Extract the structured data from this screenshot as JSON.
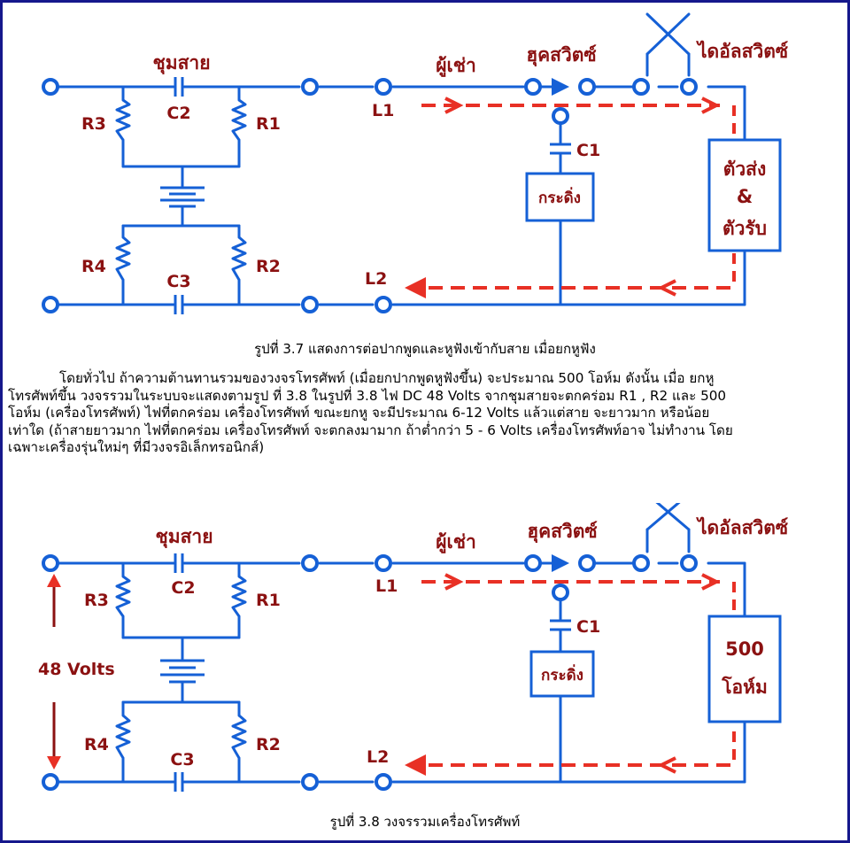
{
  "palette": {
    "wire": "#1560d6",
    "label": "#8b1111",
    "flow": "#e83025",
    "frame": "#16188c",
    "text": "#000000"
  },
  "diagram1": {
    "labels": {
      "junction": "ชุมสาย",
      "subscriber": "ผู้เช่า",
      "hook": "ฮุคสวิตซ์",
      "dial": "ไดอัลสวิตซ์",
      "c2": "C2",
      "c3": "C3",
      "c1": "C1",
      "r1": "R1",
      "r2": "R2",
      "r3": "R3",
      "r4": "R4",
      "l1": "L1",
      "l2": "L2",
      "ringer": "กระดิ่ง",
      "box_line1": "ตัวส่ง",
      "box_line2": "&",
      "box_line3": "ตัวรับ"
    }
  },
  "diagram2": {
    "labels": {
      "junction": "ชุมสาย",
      "subscriber": "ผู้เช่า",
      "hook": "ฮุคสวิตซ์",
      "dial": "ไดอัลสวิตซ์",
      "c2": "C2",
      "c3": "C3",
      "c1": "C1",
      "r1": "R1",
      "r2": "R2",
      "r3": "R3",
      "r4": "R4",
      "l1": "L1",
      "l2": "L2",
      "ringer": "กระดิ่ง",
      "voltage": "48 Volts",
      "box_line1": "500",
      "box_line2": "โอห์ม"
    }
  },
  "caption1": "รูปที่ 3.7 แสดงการต่อปากพูดและหูฟังเข้ากับสาย เมื่อยกหูฟัง",
  "paragraph_lines": [
    "โดยทั่วไป ถ้าความต้านทานรวมของวงจรโทรศัพท์ (เมื่อยกปากพูดหูฟังขึ้น) จะประมาณ 500 โอห์ม ดังนั้น เมื่อ ยกหู",
    "โทรศัพท์ขึ้น วงจรรวมในระบบจะแสดงตามรูป ที่ 3.8 ในรูปที่ 3.8 ไฟ DC 48 Volts จากชุมสายจะตกคร่อม R1 , R2 และ 500",
    "โอห์ม (เครื่องโทรศัพท์) ไฟที่ตกคร่อม เครื่องโทรศัพท์ ขณะยกหู จะมีประมาณ 6-12 Volts แล้วแต่สาย จะยาวมาก หรือน้อย",
    "เท่าใด (ถ้าสายยาวมาก ไฟที่ตกคร่อม เครื่องโทรศัพท์ จะตกลงมามาก ถ้าต่ำกว่า 5 - 6 Volts เครื่องโทรศัพท์อาจ ไม่ทำงาน โดย",
    "เฉพาะเครื่องรุ่นใหม่ๆ ที่มีวงจรอิเล็กทรอนิกส์)"
  ],
  "caption2": "รูปที่ 3.8 วงจรรวมเครื่องโทรศัพท์"
}
